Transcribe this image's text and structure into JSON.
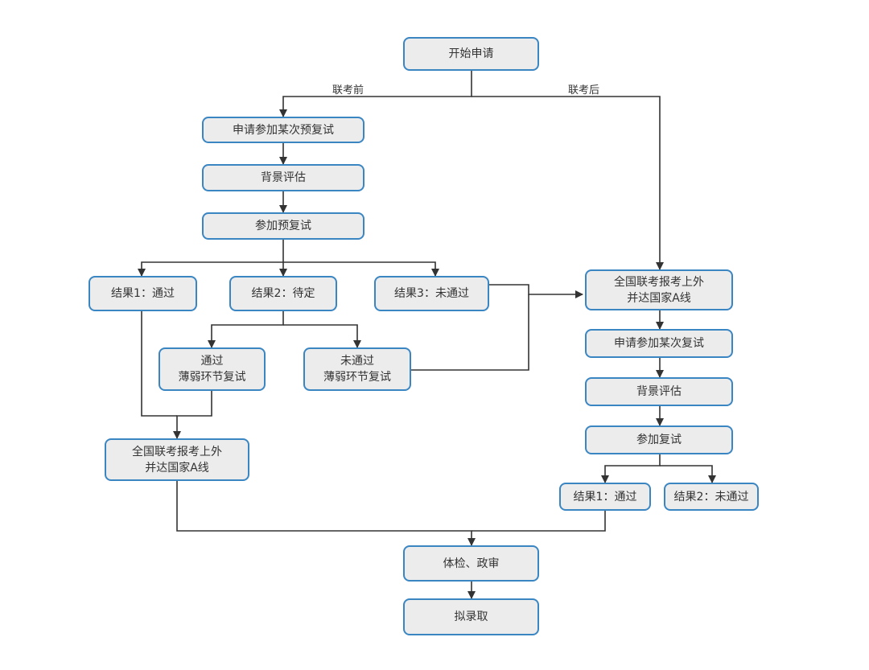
{
  "edge_labels": {
    "before": "联考前",
    "after": "联考后"
  },
  "nodes": {
    "start": "开始申请",
    "apply_pre": "申请参加某次预复试",
    "bg_eval_1": "背景评估",
    "attend_pre": "参加预复试",
    "res1_pass": "结果1：通过",
    "res2_pending": "结果2：待定",
    "res3_fail": "结果3：未通过",
    "weak_pass_line1": "通过",
    "weak_pass_line2": "薄弱环节复试",
    "weak_fail_line1": "未通过",
    "weak_fail_line2": "薄弱环节复试",
    "left_aline_line1": "全国联考报考上外",
    "left_aline_line2": "并达国家A线",
    "right_aline_line1": "全国联考报考上外",
    "right_aline_line2": "并达国家A线",
    "apply_retest": "申请参加某次复试",
    "bg_eval_2": "背景评估",
    "attend_retest": "参加复试",
    "final_pass": "结果1：通过",
    "final_fail": "结果2：未通过",
    "physical": "体检、政审",
    "admit": "拟录取"
  }
}
